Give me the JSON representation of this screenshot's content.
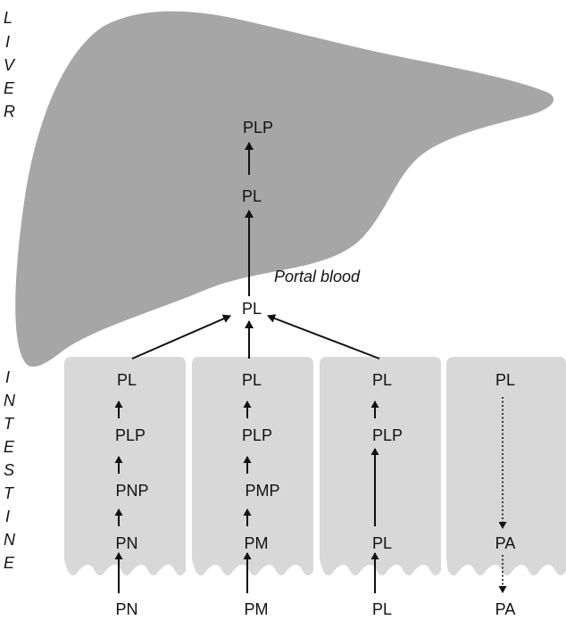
{
  "liver_letters": [
    "L",
    "I",
    "V",
    "E",
    "R"
  ],
  "intestine_letters": [
    "I",
    "N",
    "T",
    "E",
    "S",
    "T",
    "I",
    "N",
    "E"
  ],
  "liver": {
    "top_label": "PLP",
    "mid_label": "PL",
    "portal_label": "Portal blood",
    "junction_label": "PL"
  },
  "columns": [
    {
      "top": "PL",
      "second": "PLP",
      "third": "PNP",
      "fourth": "PN",
      "lumen": "PN"
    },
    {
      "top": "PL",
      "second": "PLP",
      "third": "PMP",
      "fourth": "PM",
      "lumen": "PM"
    },
    {
      "top": "PL",
      "second": "PLP",
      "fourth": "PL",
      "lumen": "PL"
    },
    {
      "top": "PL",
      "fourth": "PA",
      "lumen": "PA"
    }
  ],
  "colors": {
    "liver_fill": "#a6a6a6",
    "cell_fill": "#d8d8d8",
    "ink": "#111111"
  }
}
